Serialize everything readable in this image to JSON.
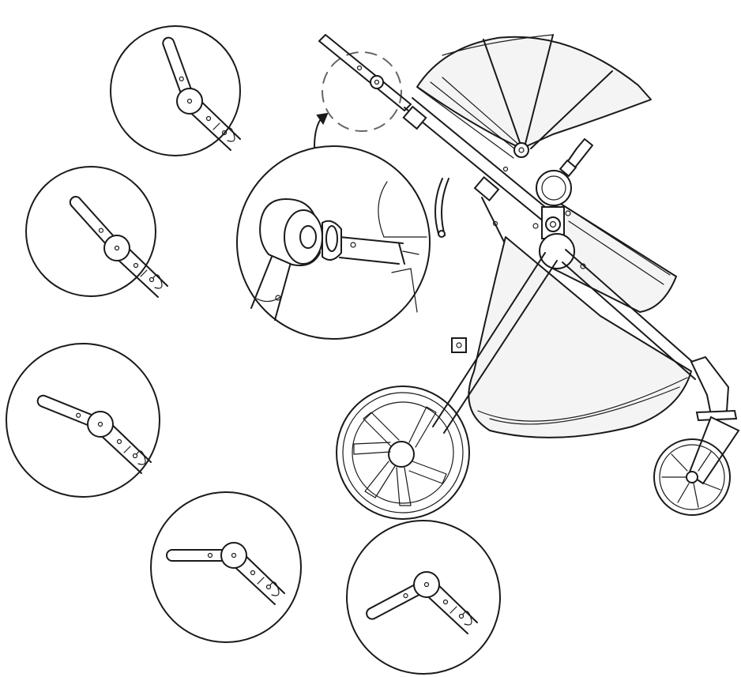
{
  "diagram": {
    "subject": "stroller",
    "colors": {
      "line": "#1a1a1a",
      "background": "#ffffff",
      "fabric": "#f4f4f4"
    },
    "handle_positions": [
      {
        "id": 1,
        "angle_deg": -70
      },
      {
        "id": 2,
        "angle_deg": -48
      },
      {
        "id": 3,
        "angle_deg": -22
      },
      {
        "id": 4,
        "angle_deg": 0
      },
      {
        "id": 5,
        "angle_deg": 28
      }
    ],
    "callout": {
      "arrow": "curved-arrow",
      "marker": "dashed-circle"
    }
  }
}
